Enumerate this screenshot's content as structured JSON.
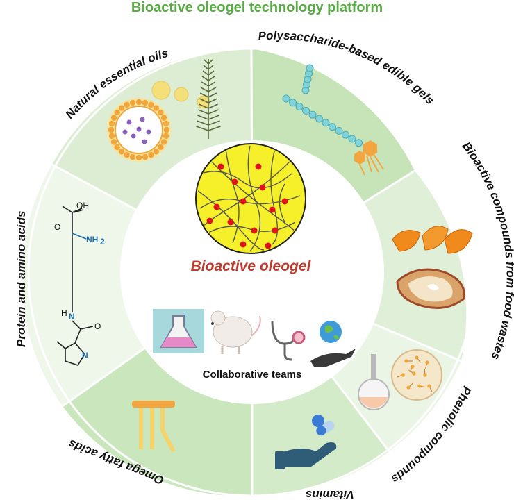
{
  "title": "Bioactive oleogel technology platform",
  "center": {
    "title": "Bioactive oleogel",
    "team_label": "Collaborative teams"
  },
  "segments": [
    {
      "label": "Natural essential oils"
    },
    {
      "label": "Polysaccharide-based edible gels"
    },
    {
      "label": "Bioactive compounds from food wastes"
    },
    {
      "label": "Phenolic compounds"
    },
    {
      "label": "Vitamins"
    },
    {
      "label": "Omega fatty acids"
    },
    {
      "label": "Protein and amino acids"
    }
  ],
  "chem_labels": {
    "oh": "OH",
    "o": "O",
    "nh2": "NH",
    "sub2": "2",
    "hn": "H",
    "n_amide": "N",
    "n_ring": "N"
  },
  "colors": {
    "title": "#5aab45",
    "center_title": "#c0392b",
    "ring_dark": "#c9e6bd",
    "ring_light": "#e4f2de",
    "ring_pale": "#eef7ea",
    "gel_yellow": "#f5f02a",
    "crosslink_red": "#e0141c",
    "orange": "#f0a63a"
  }
}
